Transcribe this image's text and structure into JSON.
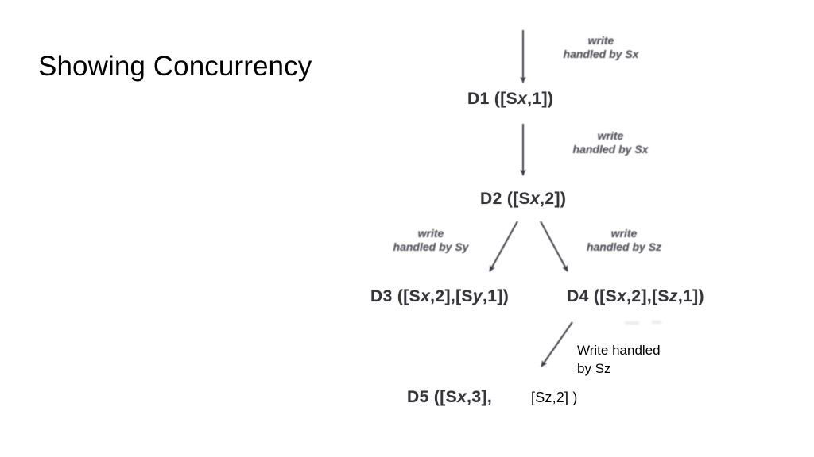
{
  "slide": {
    "title": "Showing Concurrency"
  },
  "diagram": {
    "type": "version-vector-tree",
    "nodes": [
      {
        "id": "D1",
        "label": "D1 ([Sx,1])",
        "prefix": "D1 ([S",
        "var": "x",
        "suffix": ",1])"
      },
      {
        "id": "D2",
        "label": "D2 ([Sx,2])",
        "prefix": "D2 ([S",
        "var": "x",
        "suffix": ",2])"
      },
      {
        "id": "D3",
        "label": "D3 ([Sx,2],[Sy,1])",
        "prefix": "D3 ([S",
        "var": "x",
        "mid": ",2],[S",
        "var2": "y",
        "suffix": ",1])"
      },
      {
        "id": "D4",
        "label": "D4 ([Sx,2],[Sz,1])",
        "prefix": "D4 ([S",
        "var": "x",
        "mid": ",2],[S",
        "var2": "z",
        "suffix": ",1])"
      },
      {
        "id": "D5",
        "label": "D5 ([Sx,3],",
        "prefix": "D5 ([S",
        "var": "x",
        "suffix": ",3],"
      }
    ],
    "edge_labels": [
      {
        "id": "e1",
        "line1": "write",
        "line2": "handled by Sx",
        "from": "root",
        "to": "D1"
      },
      {
        "id": "e2",
        "line1": "write",
        "line2": "handled by Sx",
        "from": "D1",
        "to": "D2"
      },
      {
        "id": "e3",
        "line1": "write",
        "line2": "handled by Sy",
        "from": "D2",
        "to": "D3"
      },
      {
        "id": "e4",
        "line1": "write",
        "line2": "handled by Sz",
        "from": "D2",
        "to": "D4"
      }
    ],
    "overlay": {
      "note_line1": "Write handled",
      "note_line2": "by Sz",
      "d5_tail": "[Sz,2] )"
    },
    "colors": {
      "background": "#ffffff",
      "title_text": "#000000",
      "node_text": "#35353a",
      "edge_label_text": "#55555c",
      "arrow": "#4a4a52",
      "overlay_text": "#000000"
    }
  }
}
